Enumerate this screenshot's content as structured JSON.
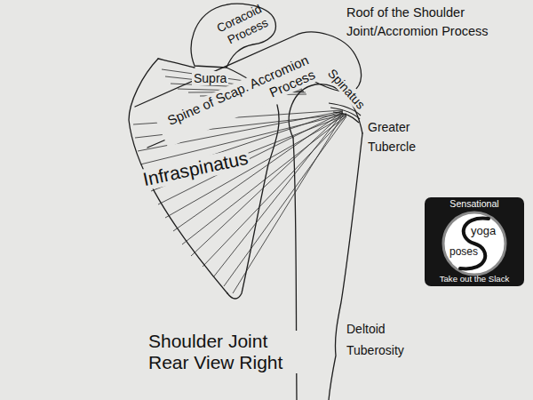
{
  "diagram": {
    "title": "Shoulder Joint Rear View Right",
    "nodes": [
      {
        "text": [
          "Coracoid Process"
        ]
      },
      {
        "text": [
          "Sensational",
          "yoga",
          "poses",
          "Take out the Slack"
        ]
      }
    ],
    "labels": [
      "Roof of the Shoulder Joint/Accromion Process",
      "Supra",
      "Spine of Scap. Accromion Process",
      "Spinatus",
      "Greater Tubercle",
      "Infraspinatus",
      "Deltoid Tuberosity"
    ]
  }
}
